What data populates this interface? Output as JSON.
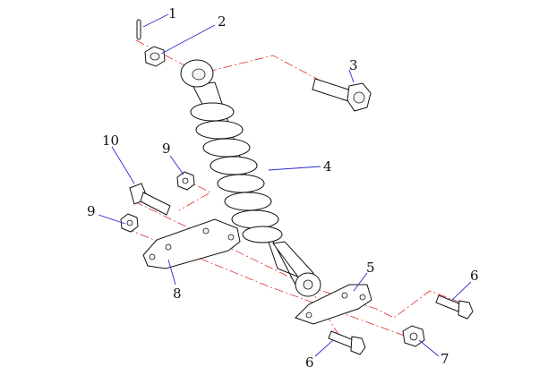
{
  "title": "Rear shock absorber exploded view",
  "callouts": [
    {
      "id": "callout-1",
      "text": "1",
      "part": "cotter-pin"
    },
    {
      "id": "callout-2",
      "text": "2",
      "part": "castle-nut"
    },
    {
      "id": "callout-3",
      "text": "3",
      "part": "upper-bolt"
    },
    {
      "id": "callout-4",
      "text": "4",
      "part": "shock-absorber"
    },
    {
      "id": "callout-5",
      "text": "5",
      "part": "right-bracket"
    },
    {
      "id": "callout-6a",
      "text": "6",
      "part": "bolt-upper-right"
    },
    {
      "id": "callout-6b",
      "text": "6",
      "part": "bolt-lower"
    },
    {
      "id": "callout-7",
      "text": "7",
      "part": "flange-nut"
    },
    {
      "id": "callout-8",
      "text": "8",
      "part": "left-bracket"
    },
    {
      "id": "callout-9a",
      "text": "9",
      "part": "nut-upper"
    },
    {
      "id": "callout-9b",
      "text": "9",
      "part": "nut-left"
    },
    {
      "id": "callout-10",
      "text": "10",
      "part": "left-bolt"
    }
  ],
  "colors": {
    "leader": "#2a2ad0",
    "centerline": "#e03030",
    "outline": "#111111"
  }
}
